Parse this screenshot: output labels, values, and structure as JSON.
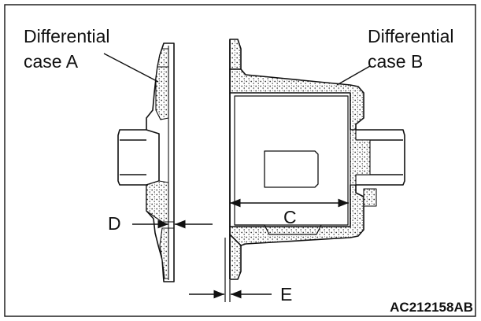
{
  "labels": {
    "case_a": [
      "Differential",
      "case A"
    ],
    "case_b": [
      "Differential",
      "case B"
    ],
    "dim_c": "C",
    "dim_d": "D",
    "dim_e": "E"
  },
  "figure_code": "AC212158AB",
  "colors": {
    "line": "#111111",
    "hatch": "#3a3a3a",
    "background": "#ffffff"
  }
}
